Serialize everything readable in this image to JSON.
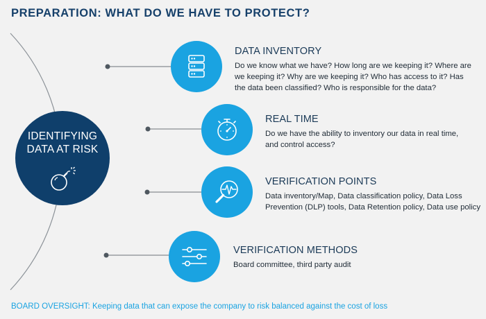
{
  "title": "PREPARATION: WHAT DO WE HAVE TO PROTECT?",
  "center": {
    "line1": "IDENTIFYING",
    "line2": "DATA AT RISK"
  },
  "items": [
    {
      "title": "DATA INVENTORY",
      "desc": "Do we know what we have?  How long are we keeping it? Where are we keeping it? Why are we keeping it? Who has access to it? Has the data been classified? Who is responsible for the data?",
      "icon": "database-icon"
    },
    {
      "title": "REAL TIME",
      "desc": "Do we have the ability to inventory our data in real time, and control access?",
      "icon": "stopwatch-icon"
    },
    {
      "title": "VERIFICATION POINTS",
      "desc": "Data inventory/Map, Data classification policy, Data Loss Prevention (DLP) tools, Data Retention policy, Data use policy",
      "icon": "magnifier-pulse-icon"
    },
    {
      "title": "VERIFICATION METHODS",
      "desc": "Board committee, third party audit",
      "icon": "sliders-icon"
    }
  ],
  "footer": {
    "lead": "BOARD OVERSIGHT:",
    "text": " Keeping data that can expose the company to risk balanced against the cost of loss"
  },
  "colors": {
    "navy": "#0f3f6b",
    "accent": "#1aa3e1",
    "title": "#16406a",
    "line": "#6c7278"
  }
}
